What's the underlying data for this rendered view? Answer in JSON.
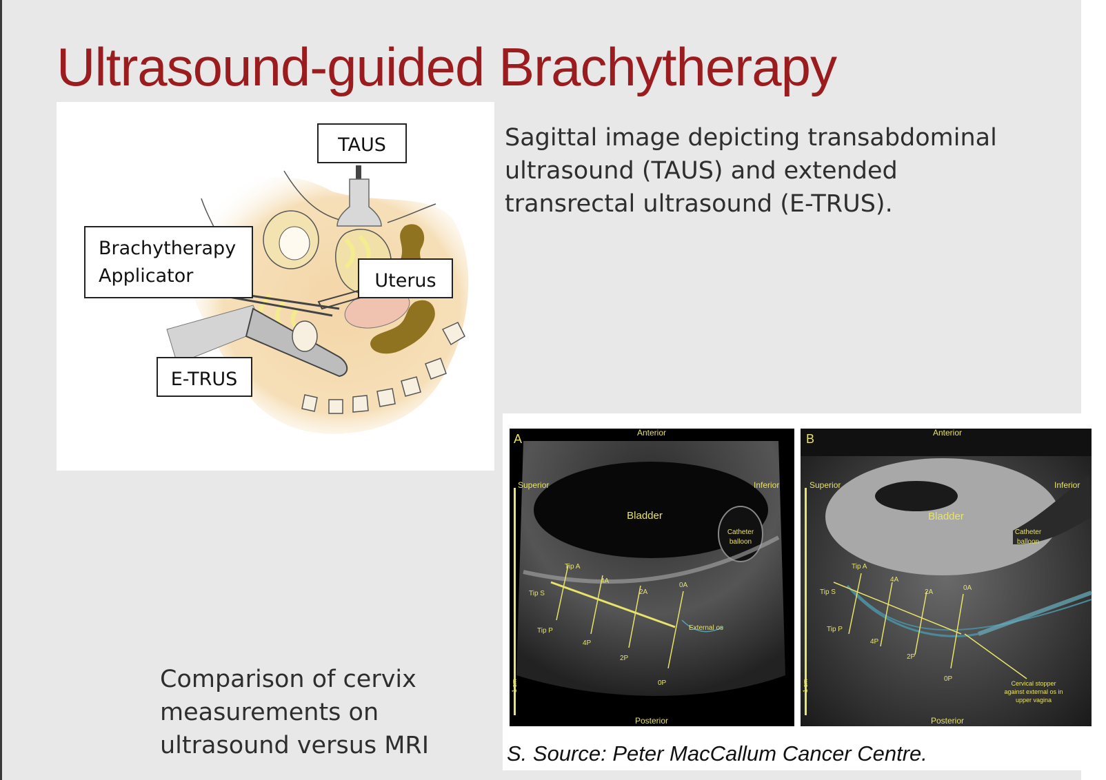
{
  "slide": {
    "title": "Ultrasound-guided Brachytherapy",
    "description": "Sagittal image depicting transabdominal ultrasound (TAUS) and extended transrectal ultrasound (E-TRUS).",
    "comparison_caption": "Comparison of cervix measurements on ultrasound versus MRI",
    "source": "S. Source: Peter MacCallum Cancer Centre."
  },
  "diagram": {
    "labels": {
      "taus": "TAUS",
      "applicator_line1": "Brachytherapy",
      "applicator_line2": "Applicator",
      "uterus": "Uterus",
      "etrus": "E-TRUS"
    }
  },
  "ultrasound_figure": {
    "panel_a": {
      "letter": "A",
      "anterior": "Anterior",
      "posterior": "Posterior",
      "superior": "Superior",
      "inferior": "Inferior",
      "bladder": "Bladder",
      "catheter_line1": "Catheter",
      "catheter_line2": "balloon",
      "external_os": "External os",
      "tip_a": "Tip A",
      "tip_s": "Tip S",
      "tip_p": "Tip P",
      "m4a": "4A",
      "m2a": "2A",
      "m0a": "0A",
      "m4p": "4P",
      "m2p": "2P",
      "m0p": "0P",
      "scale": "1 cm"
    },
    "panel_b": {
      "letter": "B",
      "anterior": "Anterior",
      "posterior": "Posterior",
      "superior": "Superior",
      "inferior": "Inferior",
      "bladder": "Bladder",
      "catheter_line1": "Catheter",
      "catheter_line2": "balloon",
      "stopper_line1": "Cervical stopper",
      "stopper_line2": "against external os in",
      "stopper_line3": "upper vagina",
      "tip_a": "Tip A",
      "tip_s": "Tip S",
      "tip_p": "Tip P",
      "m4a": "4A",
      "m2a": "2A",
      "m0a": "0A",
      "m4p": "4P",
      "m2p": "2P",
      "m0p": "0P",
      "scale": "1 cm"
    }
  },
  "colors": {
    "title": "#9b1c1f",
    "annotation": "#e8e36a"
  }
}
